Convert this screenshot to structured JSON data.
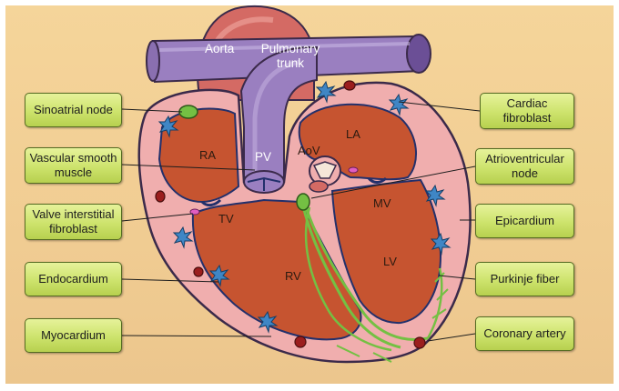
{
  "colors": {
    "background": "#f2cf95",
    "wall": "#f0aeae",
    "chamber": "#c65430",
    "vessel": "#9a7fc0",
    "aorta": "#d46a64",
    "conduction": "#74c043",
    "callout": "#cde36c"
  },
  "callouts_left": [
    {
      "label": "Sinoatrial node"
    },
    {
      "label": "Vascular smooth muscle"
    },
    {
      "label": "Valve interstitial fibroblast"
    },
    {
      "label": "Endocardium"
    },
    {
      "label": "Myocardium"
    }
  ],
  "callouts_right": [
    {
      "label": "Cardiac fibroblast"
    },
    {
      "label": "Atrioventricular node"
    },
    {
      "label": "Epicardium"
    },
    {
      "label": "Purkinje fiber"
    },
    {
      "label": "Coronary artery"
    }
  ],
  "structures": {
    "aorta": "Aorta",
    "pulmonary_trunk": "Pulmonary trunk",
    "ra": "RA",
    "la": "LA",
    "pv": "PV",
    "aov": "AoV",
    "tv": "TV",
    "mv": "MV",
    "rv": "RV",
    "lv": "LV"
  }
}
